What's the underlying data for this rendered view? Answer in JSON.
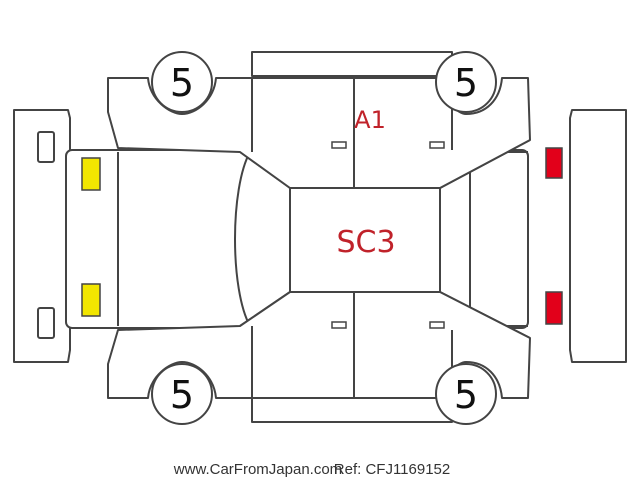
{
  "tire_grades": {
    "front_left": "5",
    "front_right": "5",
    "rear_left": "5",
    "rear_right": "5"
  },
  "damage_marks": {
    "side_panel": "A1",
    "roof": "SC3"
  },
  "footer": {
    "site": "www.CarFromJapan.com",
    "ref": "Ref: CFJ1169152"
  },
  "colors": {
    "outline": "#444444",
    "damage_text": "#c0222a",
    "front_lights": "#f2e600",
    "rear_lights": "#e2001a"
  }
}
